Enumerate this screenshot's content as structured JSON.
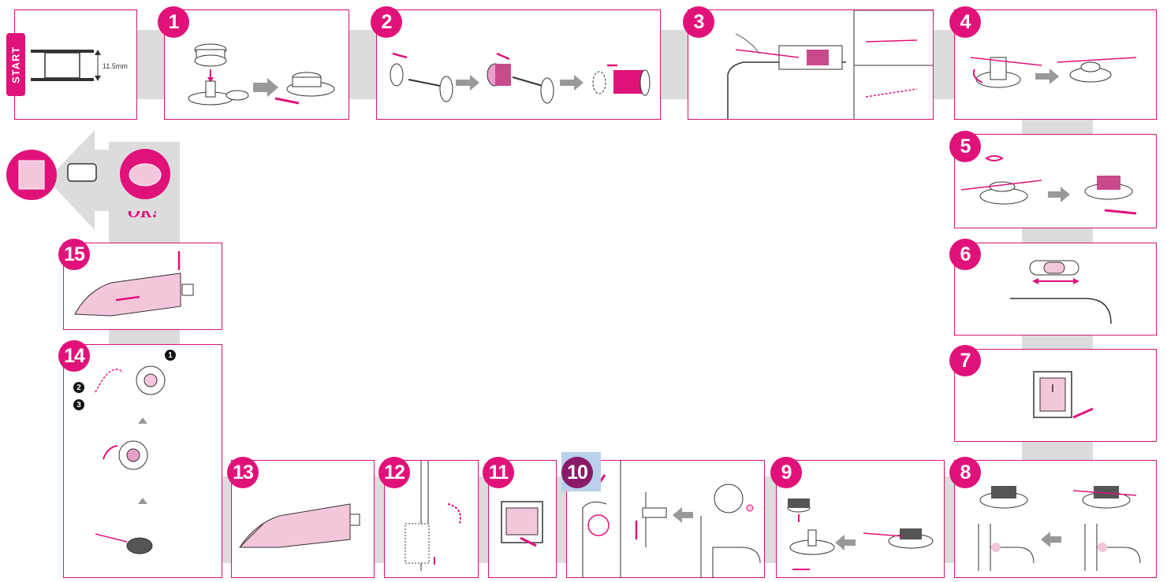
{
  "start_label": "START",
  "bobbin_height": "11.5mm",
  "ok_label": "OK!",
  "steps": [
    {
      "num": "1"
    },
    {
      "num": "2"
    },
    {
      "num": "3"
    },
    {
      "num": "4"
    },
    {
      "num": "5"
    },
    {
      "num": "6"
    },
    {
      "num": "7"
    },
    {
      "num": "8"
    },
    {
      "num": "9"
    },
    {
      "num": "10"
    },
    {
      "num": "11"
    },
    {
      "num": "12"
    },
    {
      "num": "13"
    },
    {
      "num": "14"
    },
    {
      "num": "15"
    }
  ],
  "sub_markers": [
    "1",
    "2",
    "3"
  ],
  "colors": {
    "accent": "#e0127a",
    "path": "#dcdcdc",
    "pink_fill": "#f4c6dc",
    "highlight": "#b8d0ea"
  }
}
